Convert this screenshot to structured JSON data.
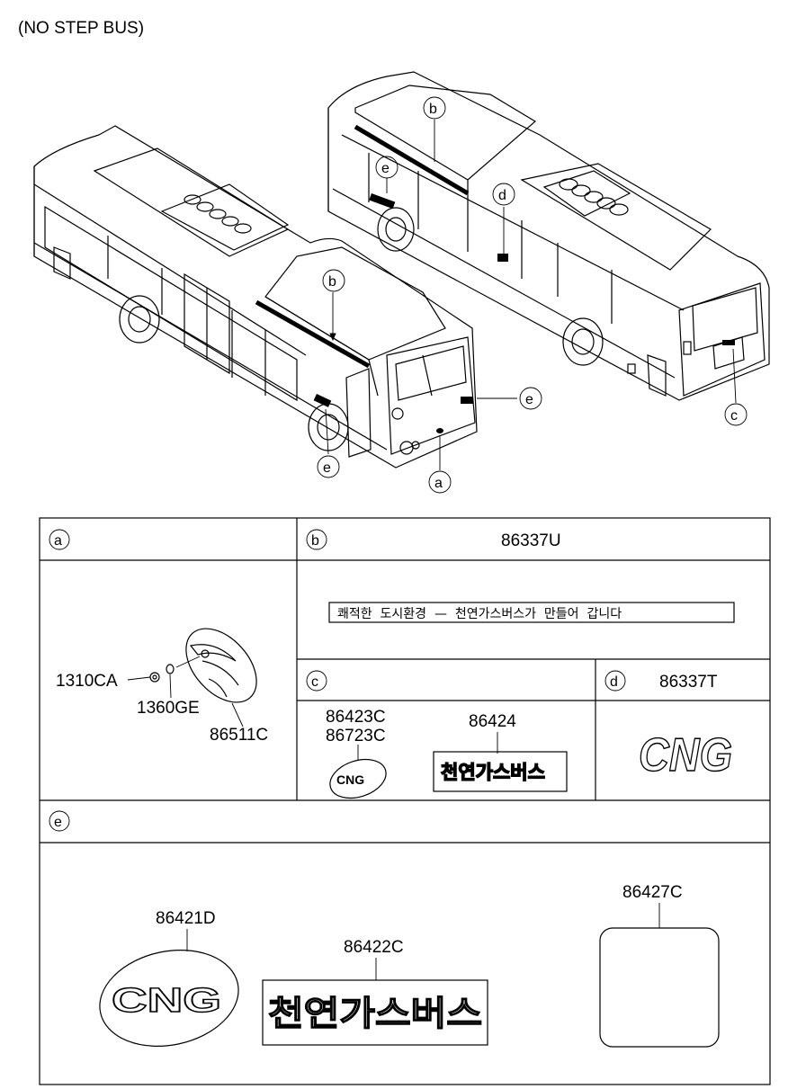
{
  "header": {
    "title": "(NO STEP BUS)"
  },
  "callouts": {
    "a": "a",
    "b": "b",
    "c": "c",
    "d": "d",
    "e": "e"
  },
  "sections": {
    "a": {
      "key": "a"
    },
    "b": {
      "key": "b",
      "part": "86337U",
      "sticker_text": "쾌적한  도시환경  —  천연가스버스가  만들어  갑니다"
    },
    "c": {
      "key": "c",
      "parts": [
        "86423C",
        "86723C",
        "86424"
      ],
      "emblem_text": "CNG",
      "sticker_text": "천연가스버스"
    },
    "d": {
      "key": "d",
      "part": "86337T",
      "emblem_text": "CNG"
    },
    "e": {
      "key": "e",
      "parts": [
        "86421D",
        "86422C",
        "86427C"
      ],
      "emblem_text": "CNG",
      "sticker_text": "천연가스버스"
    }
  },
  "section_a_parts": [
    "1310CA",
    "1360GE",
    "86511C"
  ]
}
